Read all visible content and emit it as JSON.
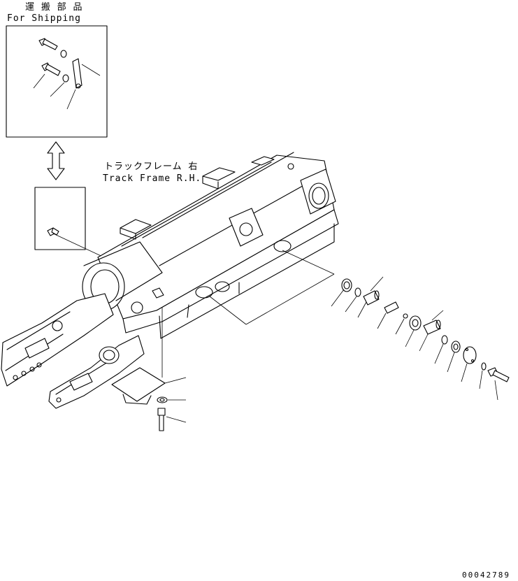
{
  "labels": {
    "shipping_jp": "運 搬 部 品",
    "shipping_en": "For Shipping",
    "frame_jp": "トラックフレーム 右",
    "frame_en": "Track Frame R.H.",
    "drawing_number": "00042789"
  }
}
